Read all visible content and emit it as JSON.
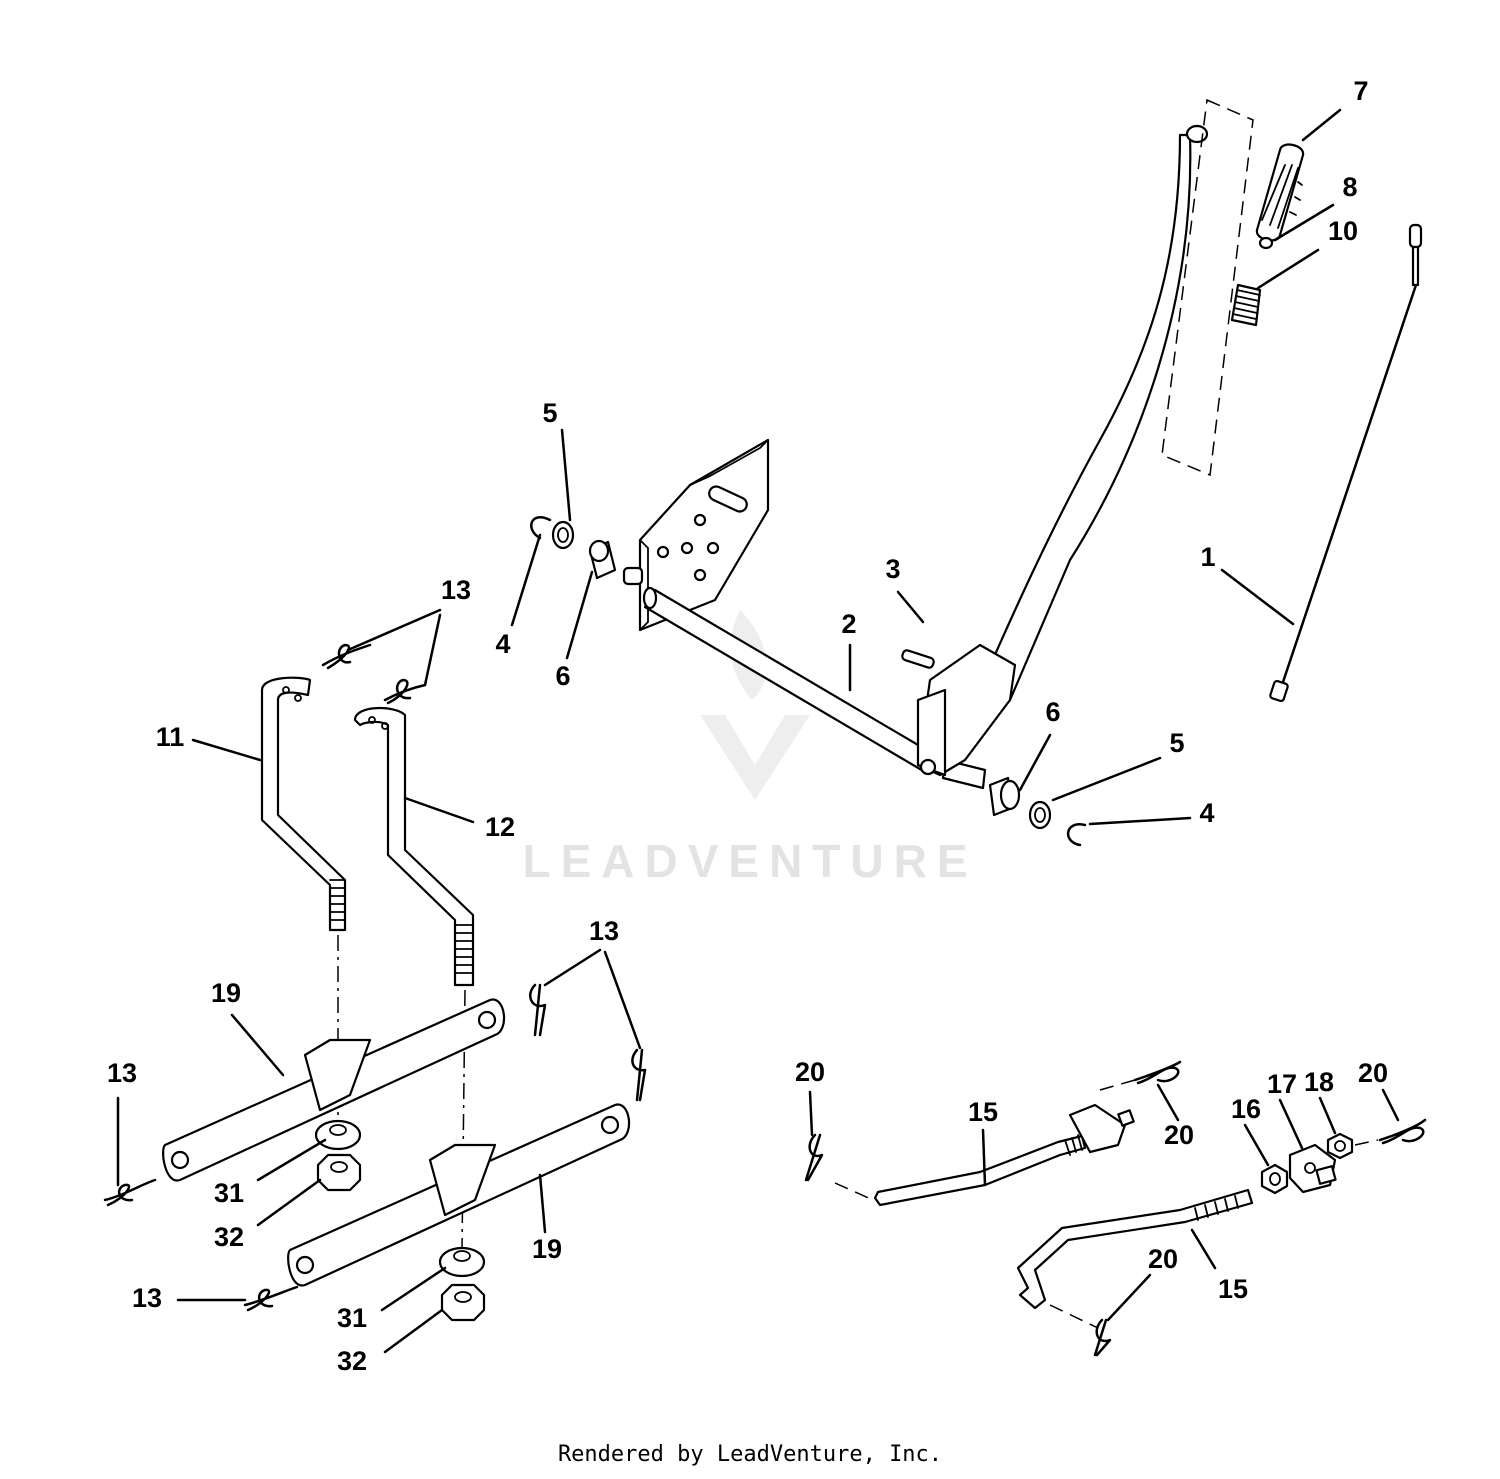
{
  "watermark": {
    "text": "LEADVENTURE"
  },
  "callouts": {
    "c1": "1",
    "c2": "2",
    "c3": "3",
    "c4a": "4",
    "c4b": "4",
    "c5a": "5",
    "c5b": "5",
    "c6a": "6",
    "c6b": "6",
    "c7": "7",
    "c8": "8",
    "c10": "10",
    "c11": "11",
    "c12": "12",
    "c13a": "13",
    "c13b": "13",
    "c13c": "13",
    "c13d": "13",
    "c15a": "15",
    "c15b": "15",
    "c16": "16",
    "c17": "17",
    "c18": "18",
    "c19a": "19",
    "c19b": "19",
    "c20a": "20",
    "c20b": "20",
    "c20c": "20",
    "c20d": "20",
    "c31a": "31",
    "c31b": "31",
    "c32a": "32",
    "c32b": "32"
  },
  "footer": {
    "text": "Rendered by LeadVenture, Inc."
  }
}
